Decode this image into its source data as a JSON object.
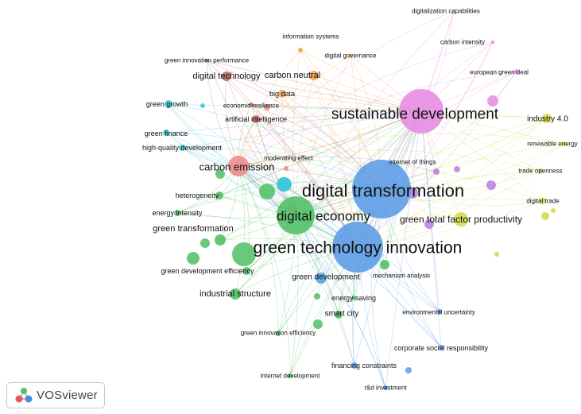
{
  "app": {
    "name": "VOSviewer"
  },
  "colors": {
    "cluster1_red": "#ee8a8a",
    "cluster2_green": "#4fbf63",
    "cluster3_blue": "#5b9be6",
    "cluster4_yellow": "#d7d74a",
    "cluster5_purple": "#b77fe0",
    "cluster6_cyan": "#3cc7d8",
    "cluster7_orange": "#f2a44b",
    "cluster8_brown": "#b56a5e",
    "cluster9_pink": "#e58ae0"
  },
  "nodes": [
    {
      "id": "digital_transformation",
      "label": "digital transformation",
      "cluster": "cluster3_blue",
      "weight": 10
    },
    {
      "id": "green_technology_innovation",
      "label": "green technology innovation",
      "cluster": "cluster3_blue",
      "weight": 9
    },
    {
      "id": "sustainable_development",
      "label": "sustainable development",
      "cluster": "cluster9_pink",
      "weight": 7
    },
    {
      "id": "digital_economy",
      "label": "digital economy",
      "cluster": "cluster2_green",
      "weight": 7
    },
    {
      "id": "carbon_emission",
      "label": "carbon emission",
      "cluster": "cluster1_red",
      "weight": 5
    },
    {
      "id": "green_total_factor_productivity",
      "label": "green total factor productivity",
      "cluster": "cluster4_yellow",
      "weight": 4
    },
    {
      "id": "industry_4_0",
      "label": "industry 4.0",
      "cluster": "cluster4_yellow",
      "weight": 3
    },
    {
      "id": "green_transformation",
      "label": "green transformation",
      "cluster": "cluster2_green",
      "weight": 3
    },
    {
      "id": "industrial_structure",
      "label": "industrial structure",
      "cluster": "cluster2_green",
      "weight": 3
    },
    {
      "id": "green_development",
      "label": "green development",
      "cluster": "cluster3_blue",
      "weight": 3
    },
    {
      "id": "carbon_neutral",
      "label": "carbon neutral",
      "cluster": "cluster7_orange",
      "weight": 3
    },
    {
      "id": "digital_technology",
      "label": "digital technology",
      "cluster": "cluster8_brown",
      "weight": 3
    },
    {
      "id": "smart_city",
      "label": "smart city",
      "cluster": "cluster2_green",
      "weight": 2
    },
    {
      "id": "digitalization_capabilities",
      "label": "digitalization capabilities",
      "cluster": "cluster9_pink",
      "weight": 1
    },
    {
      "id": "carbon_intensity",
      "label": "carbon intensity",
      "cluster": "cluster9_pink",
      "weight": 1
    },
    {
      "id": "european_green_deal",
      "label": "european green deal",
      "cluster": "cluster9_pink",
      "weight": 1
    },
    {
      "id": "information_systems",
      "label": "information systems",
      "cluster": "cluster7_orange",
      "weight": 1
    },
    {
      "id": "digital_governance",
      "label": "digital governance",
      "cluster": "cluster7_orange",
      "weight": 1
    },
    {
      "id": "green_innovation_performance",
      "label": "green innovation performance",
      "cluster": "cluster8_brown",
      "weight": 1
    },
    {
      "id": "big_data",
      "label": "big data",
      "cluster": "cluster7_orange",
      "weight": 2
    },
    {
      "id": "green_growth",
      "label": "green growth",
      "cluster": "cluster6_cyan",
      "weight": 2
    },
    {
      "id": "economic_resilience",
      "label": "economic resilience",
      "cluster": "cluster8_brown",
      "weight": 1
    },
    {
      "id": "artificial_intelligence",
      "label": "artificial intelligence",
      "cluster": "cluster8_brown",
      "weight": 2
    },
    {
      "id": "green_finance",
      "label": "green finance",
      "cluster": "cluster6_cyan",
      "weight": 2
    },
    {
      "id": "high_quality_development",
      "label": "high-quality development",
      "cluster": "cluster6_cyan",
      "weight": 2
    },
    {
      "id": "moderating_effect",
      "label": "moderating effect",
      "cluster": "cluster6_cyan",
      "weight": 3
    },
    {
      "id": "internet_of_things",
      "label": "internet of things",
      "cluster": "cluster5_purple",
      "weight": 1
    },
    {
      "id": "renewable_energy",
      "label": "renewable energy",
      "cluster": "cluster4_yellow",
      "weight": 1
    },
    {
      "id": "trade_openness",
      "label": "trade openness",
      "cluster": "cluster4_yellow",
      "weight": 1
    },
    {
      "id": "digital_trade",
      "label": "digital trade",
      "cluster": "cluster4_yellow",
      "weight": 1
    },
    {
      "id": "heterogeneity",
      "label": "heterogeneity",
      "cluster": "cluster2_green",
      "weight": 2
    },
    {
      "id": "energy_intensity",
      "label": "energy intensity",
      "cluster": "cluster2_green",
      "weight": 1
    },
    {
      "id": "green_development_efficiency",
      "label": "green development efficiency",
      "cluster": "cluster2_green",
      "weight": 2
    },
    {
      "id": "mechanism_analysis",
      "label": "mechanism analysis",
      "cluster": "cluster2_green",
      "weight": 2
    },
    {
      "id": "energy_saving",
      "label": "energy saving",
      "cluster": "cluster2_green",
      "weight": 1
    },
    {
      "id": "environmental_uncertainty",
      "label": "environmental uncertainty",
      "cluster": "cluster3_blue",
      "weight": 1
    },
    {
      "id": "green_innovation_efficiency",
      "label": "green innovation efficiency",
      "cluster": "cluster2_green",
      "weight": 1
    },
    {
      "id": "corporate_social_responsibility",
      "label": "corporate social responsibility",
      "cluster": "cluster3_blue",
      "weight": 1
    },
    {
      "id": "financing_constraints",
      "label": "financing constraints",
      "cluster": "cluster3_blue",
      "weight": 2
    },
    {
      "id": "internet_development",
      "label": "internet development",
      "cluster": "cluster2_green",
      "weight": 1
    },
    {
      "id": "r_and_d_investment",
      "label": "r&d investment",
      "cluster": "cluster3_blue",
      "weight": 1
    }
  ]
}
